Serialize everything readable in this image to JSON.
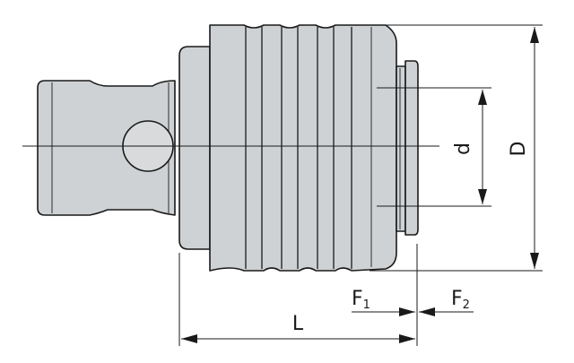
{
  "labels": {
    "d": "d",
    "D": "D",
    "L": "L",
    "F1_main": "F",
    "F1_sub": "1",
    "F2_main": "F",
    "F2_sub": "2"
  },
  "colors": {
    "body_fill": "#cfd2d4",
    "outline": "#1a1a1a",
    "background": "#ffffff"
  }
}
